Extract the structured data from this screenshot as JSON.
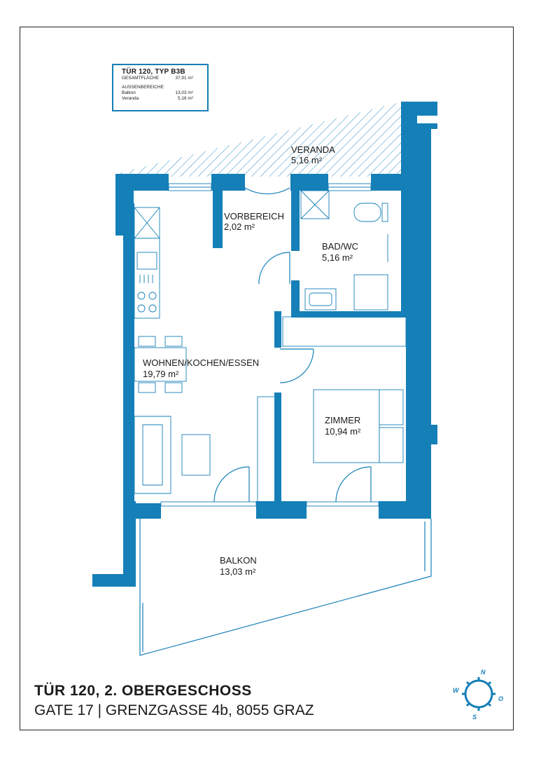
{
  "unit_box": {
    "title": "TÜR 120, TYP B3B",
    "total_label": "GESAMTFLÄCHE",
    "total_value": "37,91 m²",
    "outdoor_header": "AUSSENBEREICHE",
    "balcony_label": "Balkon",
    "balcony_value": "13,03 m²",
    "veranda_label": "Veranda",
    "veranda_value": "5,16 m²"
  },
  "rooms": {
    "veranda": {
      "name": "VERANDA",
      "area": "5,16 m²"
    },
    "vorbereich": {
      "name": "VORBEREICH",
      "area": "2,02 m²"
    },
    "bad": {
      "name": "BAD/WC",
      "area": "5,16 m²"
    },
    "wohnen": {
      "name": "WOHNEN/KOCHEN/ESSEN",
      "area": "19,79 m²"
    },
    "zimmer": {
      "name": "ZIMMER",
      "area": "10,94 m²"
    },
    "balkon": {
      "name": "BALKON",
      "area": "13,03 m²"
    }
  },
  "footer": {
    "title": "TÜR 120, 2. OBERGESCHOSS",
    "address": "GATE 17 | GRENZGASSE 4b, 8055 GRAZ"
  },
  "compass": {
    "n": "N",
    "o": "O",
    "s": "S",
    "w": "W"
  },
  "colors": {
    "wall": "#157fb8",
    "text": "#1b1b1b"
  }
}
